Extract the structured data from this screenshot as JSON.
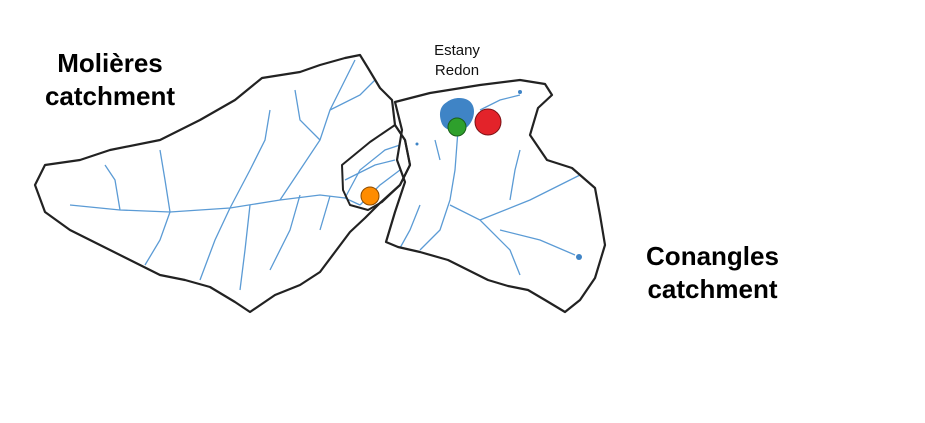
{
  "labels": {
    "molieres": [
      "Molières",
      "catchment"
    ],
    "conangles": [
      "Conangles",
      "catchment"
    ],
    "lake": [
      "Estany",
      "Redon"
    ]
  },
  "colors": {
    "river": "#5b9bd5",
    "lake": "#3f84c6",
    "outline": "#222222",
    "site_green": "#2ea02c",
    "site_red": "#e3232a",
    "site_orange": "#ff8c00"
  },
  "sites": [
    {
      "name": "green-site"
    },
    {
      "name": "red-site"
    },
    {
      "name": "orange-site"
    }
  ]
}
